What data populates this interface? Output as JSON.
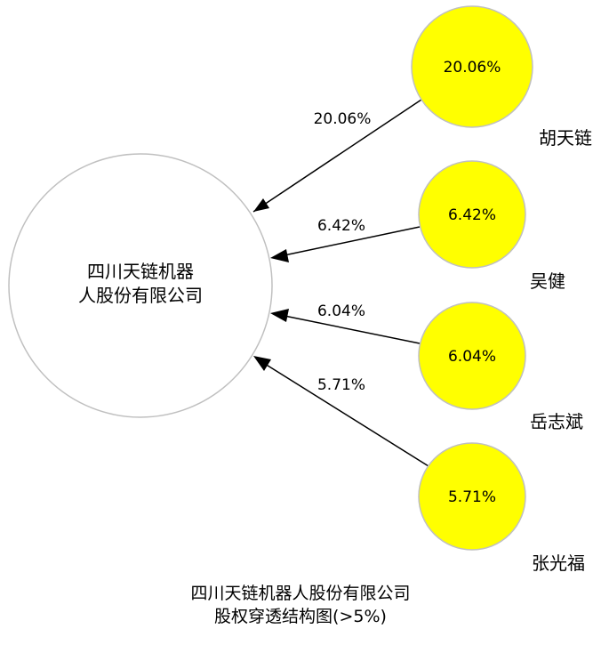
{
  "company": {
    "name_line1": "四川天链机器",
    "name_line2": "人股份有限公司"
  },
  "shareholders": [
    {
      "name": "胡天链",
      "percent": "20.06%"
    },
    {
      "name": "吴健",
      "percent": "6.42%"
    },
    {
      "name": "岳志斌",
      "percent": "6.04%"
    },
    {
      "name": "张光福",
      "percent": "5.71%"
    }
  ],
  "caption": {
    "line1": "四川天链机器人股份有限公司",
    "line2": "股权穿透结构图(>5%)"
  },
  "colors": {
    "shareholder_fill": "#ffff00",
    "circle_stroke": "#c0c0c0",
    "edge": "#000000",
    "background": "#ffffff"
  }
}
